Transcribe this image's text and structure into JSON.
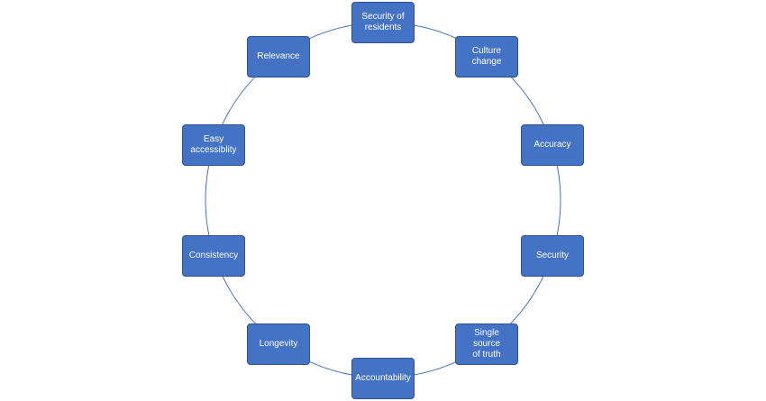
{
  "diagram": {
    "nodes": [
      {
        "id": "security-of-residents",
        "label": "Security of\nresidents"
      },
      {
        "id": "culture-change",
        "label": "Culture\nchange"
      },
      {
        "id": "accuracy",
        "label": "Accuracy"
      },
      {
        "id": "security",
        "label": "Security"
      },
      {
        "id": "single-source-of-truth",
        "label": "Single source\nof truth"
      },
      {
        "id": "accountability",
        "label": "Accountability"
      },
      {
        "id": "longevity",
        "label": "Longevity"
      },
      {
        "id": "consistency",
        "label": "Consistency"
      },
      {
        "id": "easy-accessibility",
        "label": "Easy\naccessiblity"
      },
      {
        "id": "relevance",
        "label": "Relevance"
      }
    ],
    "colors": {
      "node_fill": "#4472c4",
      "node_border": "#2f528f",
      "ring_line": "#4472c4",
      "node_text": "#ffffff"
    }
  }
}
